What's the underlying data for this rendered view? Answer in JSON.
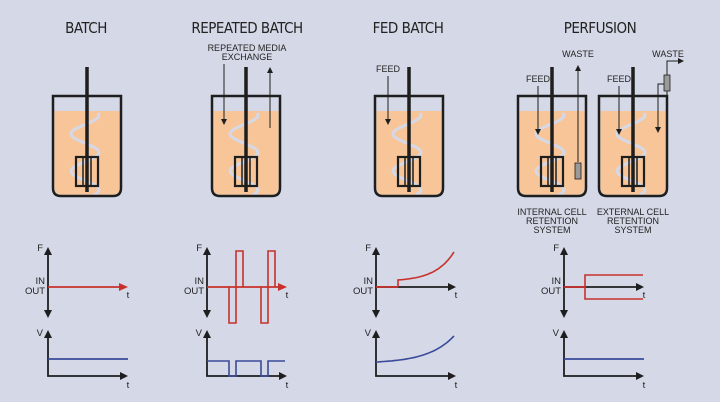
{
  "titles": {
    "batch": "BATCH",
    "repeated_batch": "REPEATED BATCH",
    "fed_batch": "FED BATCH",
    "perfusion": "PERFUSION"
  },
  "annotations": {
    "repeated_media_line1": "REPEATED MEDIA",
    "repeated_media_line2": "EXCHANGE",
    "feed": "FEED",
    "waste": "WASTE",
    "internal_line1": "INTERNAL CELL",
    "internal_line2": "RETENTION",
    "internal_line3": "SYSTEM",
    "external_line1": "EXTERNAL CELL",
    "external_line2": "RETENTION",
    "external_line3": "SYSTEM"
  },
  "axes": {
    "flow_label": "F",
    "volume_label": "V",
    "time_label": "t",
    "in_label": "IN",
    "out_label": "OUT"
  },
  "colors": {
    "background": "#d5d9e7",
    "medium": "#f8c598",
    "flow_line": "#c8312b",
    "volume_line": "#3a4a9a",
    "outline": "#1e1e1e",
    "spiral": "#d5d9e7",
    "filter": "#9a9a9a"
  },
  "chart_data": [
    {
      "type": "line",
      "mode": "batch",
      "flow": "constant zero (no in/out)",
      "volume": "constant"
    },
    {
      "type": "line",
      "mode": "repeated_batch",
      "flow": "periodic pulses: out then in, 2 cycles",
      "volume": "periodic drop and refill, 3 levels segments"
    },
    {
      "type": "line",
      "mode": "fed_batch",
      "flow": "step in, then exponential increase",
      "volume": "exponential increase"
    },
    {
      "type": "line",
      "mode": "perfusion",
      "flow": "equal constant in and out after start",
      "volume": "constant"
    }
  ]
}
